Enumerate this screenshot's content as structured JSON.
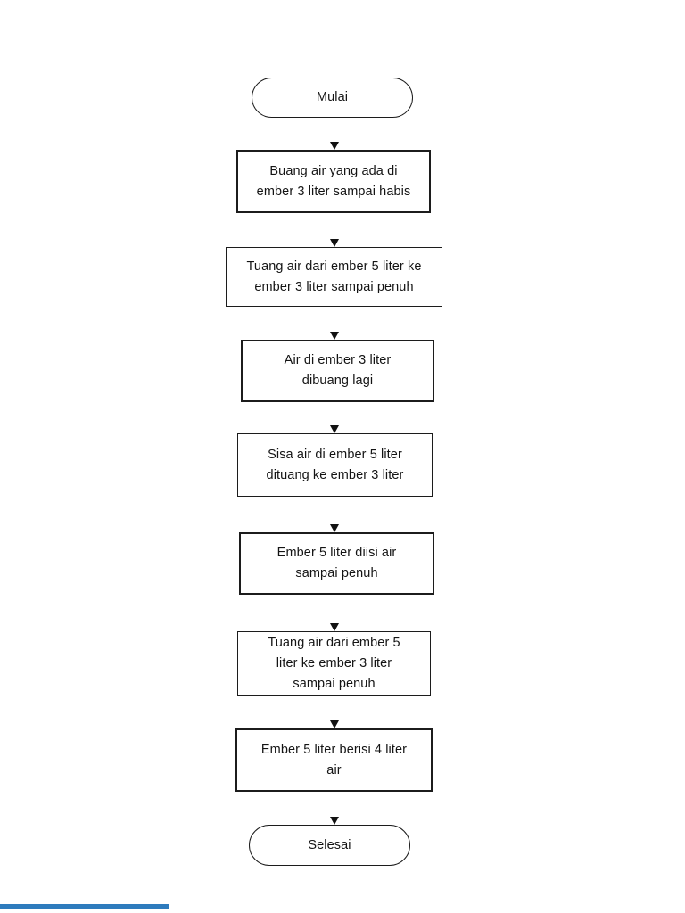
{
  "flowchart": {
    "nodes": [
      {
        "id": "start",
        "type": "terminator",
        "label": "Mulai"
      },
      {
        "id": "step-1",
        "type": "process",
        "label": "Buang air yang ada di\nember 3 liter sampai habis"
      },
      {
        "id": "step-2",
        "type": "process",
        "label": "Tuang air dari ember 5 liter ke\nember 3 liter sampai penuh"
      },
      {
        "id": "step-3",
        "type": "process",
        "label": "Air di ember 3 liter\ndibuang lagi"
      },
      {
        "id": "step-4",
        "type": "process",
        "label": "Sisa air di ember 5 liter\ndituang ke ember 3 liter"
      },
      {
        "id": "step-5",
        "type": "process",
        "label": "Ember 5 liter diisi air\nsampai penuh"
      },
      {
        "id": "step-6",
        "type": "process",
        "label": "Tuang air dari ember 5\nliter ke ember 3 liter\nsampai penuh"
      },
      {
        "id": "step-7",
        "type": "process",
        "label": "Ember 5 liter berisi 4 liter\nair"
      },
      {
        "id": "end",
        "type": "terminator",
        "label": "Selesai"
      }
    ],
    "edges": [
      [
        "start",
        "step-1"
      ],
      [
        "step-1",
        "step-2"
      ],
      [
        "step-2",
        "step-3"
      ],
      [
        "step-3",
        "step-4"
      ],
      [
        "step-4",
        "step-5"
      ],
      [
        "step-5",
        "step-6"
      ],
      [
        "step-6",
        "step-7"
      ],
      [
        "step-7",
        "end"
      ]
    ],
    "colors": {
      "background": "#ffffff",
      "node_border": "#1c1c1c",
      "text": "#141414",
      "arrow_stem": "#8c8c8c",
      "arrow_head": "#111111",
      "page_edge_bar": "#2e7bbd"
    }
  }
}
